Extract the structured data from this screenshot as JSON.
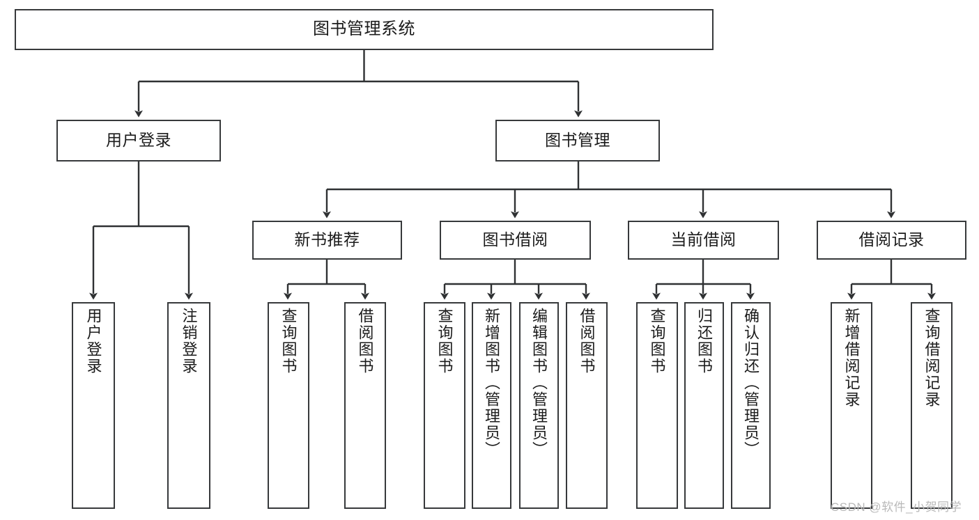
{
  "diagram": {
    "title": "图书管理系统",
    "type": "tree-hierarchy-chart",
    "colors": {
      "box_border": "#37393b",
      "box_fill": "#ffffff",
      "edge": "#2f3133",
      "text": "#1b1b1b",
      "watermark": "#b9b9b9",
      "background": "#ffffff"
    }
  },
  "watermark": {
    "text": "CSDN @软件_小贺同学"
  },
  "nodes": {
    "root": {
      "label": "图书管理系统"
    },
    "level2": [
      {
        "id": "user-login",
        "label": "用户登录"
      },
      {
        "id": "book-manage",
        "label": "图书管理"
      }
    ],
    "level3": [
      {
        "id": "new-book-recommend",
        "label": "新书推荐"
      },
      {
        "id": "book-borrow",
        "label": "图书借阅"
      },
      {
        "id": "current-borrow",
        "label": "当前借阅"
      },
      {
        "id": "borrow-record",
        "label": "借阅记录"
      }
    ],
    "leaves": {
      "user_login": [
        {
          "id": "leaf-user-login",
          "label": "用户登录"
        },
        {
          "id": "leaf-logout-login",
          "label": "注销登录"
        }
      ],
      "new_book_recommend": [
        {
          "id": "leaf-query-book-1",
          "label": "查询图书"
        },
        {
          "id": "leaf-borrow-book-1",
          "label": "借阅图书"
        }
      ],
      "book_borrow": [
        {
          "id": "leaf-query-book-2",
          "label": "查询图书"
        },
        {
          "id": "leaf-add-book",
          "label": "新增图书（管理员）"
        },
        {
          "id": "leaf-edit-book",
          "label": "编辑图书（管理员）"
        },
        {
          "id": "leaf-borrow-book-2",
          "label": "借阅图书"
        }
      ],
      "current_borrow": [
        {
          "id": "leaf-query-book-3",
          "label": "查询图书"
        },
        {
          "id": "leaf-return-book",
          "label": "归还图书"
        },
        {
          "id": "leaf-confirm-return",
          "label": "确认归还（管理员）"
        }
      ],
      "borrow_record": [
        {
          "id": "leaf-add-record",
          "label": "新增借阅记录"
        },
        {
          "id": "leaf-query-record",
          "label": "查询借阅记录"
        }
      ]
    }
  }
}
